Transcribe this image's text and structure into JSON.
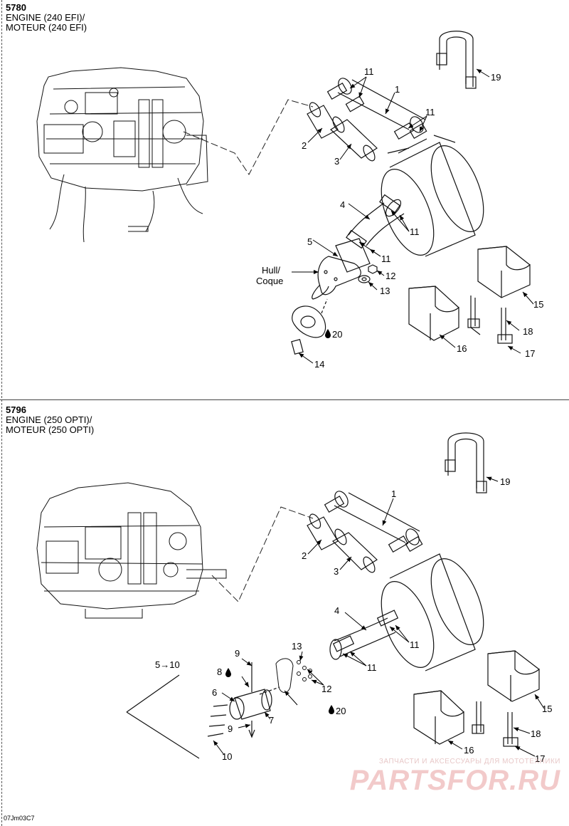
{
  "panel_top": {
    "code": "5780",
    "title_en": "ENGINE (240 EFI)/",
    "title_fr": "MOTEUR (240 EFI)",
    "hull_label_1": "Hull/",
    "hull_label_2": "Coque",
    "callouts": {
      "c19": "19",
      "c11a": "11",
      "c1": "1",
      "c11b": "11",
      "c2": "2",
      "c3": "3",
      "c4": "4",
      "c11c": "11",
      "c5": "5",
      "c11d": "11",
      "c12": "12",
      "c13": "13",
      "c15": "15",
      "c18": "18",
      "c20": "20",
      "c16": "16",
      "c17": "17",
      "c14": "14"
    }
  },
  "panel_bottom": {
    "code": "5796",
    "title_en": "ENGINE (250 OPTI)/",
    "title_fr": "MOTEUR (250 OPTI)",
    "callouts": {
      "c19": "19",
      "c1": "1",
      "c2": "2",
      "c3": "3",
      "c4": "4",
      "c11a": "11",
      "c11b": "11",
      "c13": "13",
      "c9a": "9",
      "c5to10": "5→10",
      "c8": "8",
      "c12": "12",
      "c6": "6",
      "c7": "7",
      "c20": "20",
      "c15": "15",
      "c9b": "9",
      "c18": "18",
      "c10": "10",
      "c16": "16",
      "c17": "17"
    }
  },
  "watermark": {
    "subtitle": "ЗАПЧАСТИ И АКСЕССУАРЫ ДЛЯ МОТОТЕХНИКИ",
    "brand": "PARTSFOR.RU"
  },
  "footer_code": "07Jm03C7"
}
